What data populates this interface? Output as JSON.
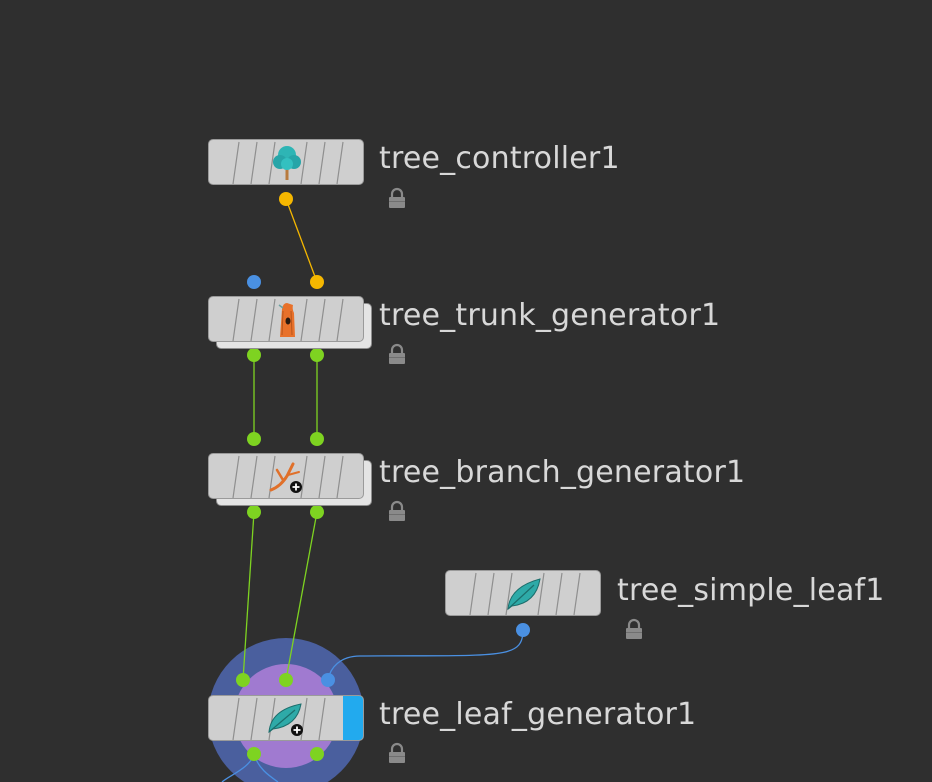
{
  "network": {
    "nodes": {
      "tree_controller": {
        "name": "tree_controller1",
        "icon": "tree-icon",
        "locked": true
      },
      "tree_trunk_generator": {
        "name": "tree_trunk_generator1",
        "icon": "trunk-icon",
        "locked": true
      },
      "tree_branch_generator": {
        "name": "tree_branch_generator1",
        "icon": "branch-icon",
        "locked": true
      },
      "tree_simple_leaf": {
        "name": "tree_simple_leaf1",
        "icon": "leaf-icon",
        "locked": true
      },
      "tree_leaf_generator": {
        "name": "tree_leaf_generator1",
        "icon": "leaf-generator-icon",
        "locked": true,
        "display_flag": true
      }
    },
    "colors": {
      "background": "#2f2f2f",
      "node_body": "#cfcfcf",
      "wire_green": "#7ed321",
      "wire_orange": "#f5b700",
      "wire_blue": "#4a90e2",
      "display_flag": "#22aaee",
      "selection_ring_outer": "#4a5f9e",
      "selection_ring_inner": "#a07ad0"
    }
  }
}
